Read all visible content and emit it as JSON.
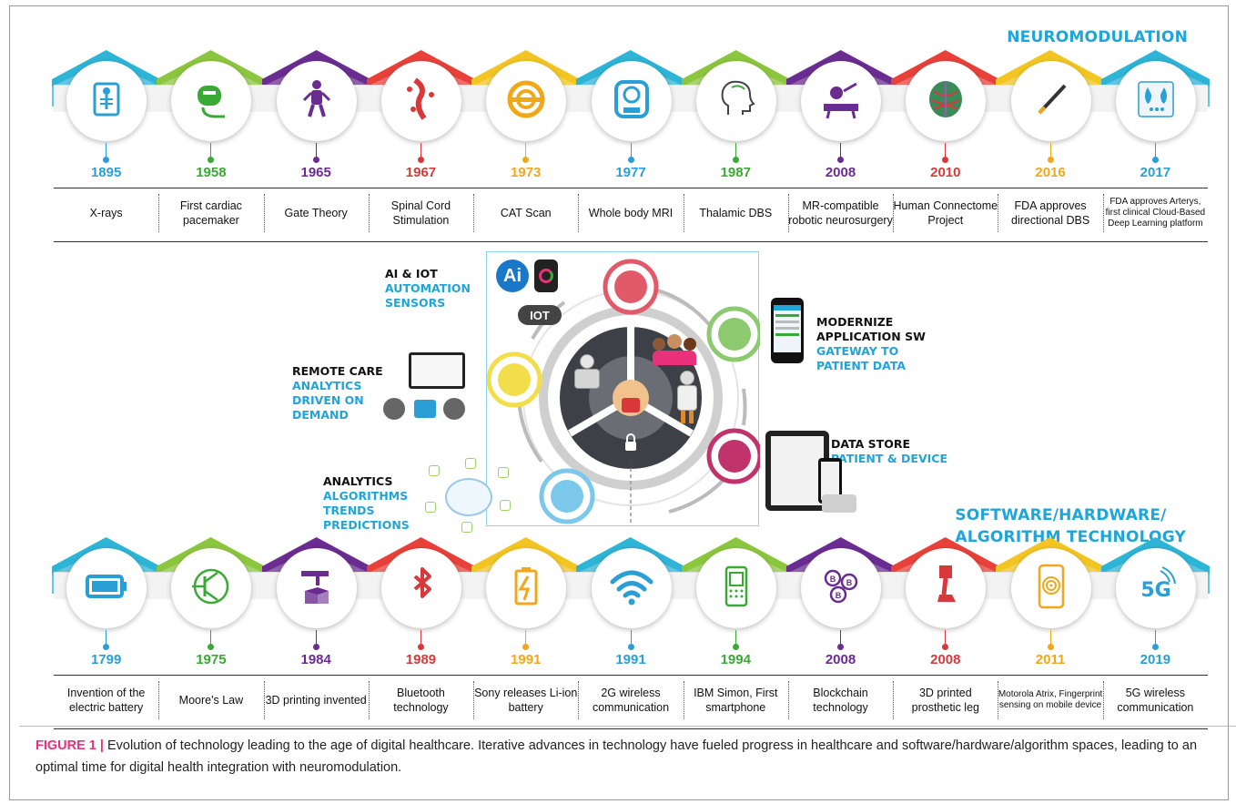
{
  "headings": {
    "neuromodulation": "NEUROMODULATION",
    "technology_line1": "SOFTWARE/HARDWARE/",
    "technology_line2": "ALGORITHM TECHNOLOGY"
  },
  "roof_colors": [
    "#2eb4d6",
    "#8cc63f",
    "#6a2c91",
    "#e8413a",
    "#f2c523",
    "#2eb4d6",
    "#8cc63f",
    "#6a2c91",
    "#e8413a",
    "#f2c523",
    "#2eb4d6"
  ],
  "neuromodulation_timeline": [
    {
      "year": "1895",
      "label": "X-rays",
      "color": "#2a9fd6",
      "icon": "xray-icon"
    },
    {
      "year": "1958",
      "label": "First cardiac pacemaker",
      "color": "#3aa935",
      "icon": "pacemaker-icon"
    },
    {
      "year": "1965",
      "label": "Gate Theory",
      "color": "#6a2c91",
      "icon": "pain-body-icon"
    },
    {
      "year": "1967",
      "label": "Spinal Cord Stimulation",
      "color": "#d9383a",
      "icon": "spine-icon"
    },
    {
      "year": "1973",
      "label": "CAT Scan",
      "color": "#f0a81a",
      "icon": "cat-scanner-icon"
    },
    {
      "year": "1977",
      "label": "Whole body MRI",
      "color": "#2a9fd6",
      "icon": "mri-icon"
    },
    {
      "year": "1987",
      "label": "Thalamic DBS",
      "color": "#3aa935",
      "icon": "head-profile-icon"
    },
    {
      "year": "2008",
      "label": "MR-compatible robotic neurosurgery",
      "color": "#6a2c91",
      "icon": "robot-surgery-icon"
    },
    {
      "year": "2010",
      "label": "Human Connectome Project",
      "color": "#d9383a",
      "icon": "connectome-brain-icon"
    },
    {
      "year": "2016",
      "label": "FDA approves directional DBS",
      "color": "#f0a81a",
      "icon": "dbs-lead-icon"
    },
    {
      "year": "2017",
      "label": "FDA approves Arterys, first clinical Cloud-Based Deep Learning platform",
      "color": "#2a9fd6",
      "icon": "cloud-lungs-icon"
    }
  ],
  "technology_timeline": [
    {
      "year": "1799",
      "label": "Invention of the electric battery",
      "color": "#2a9fd6",
      "icon": "battery-icon"
    },
    {
      "year": "1975",
      "label": "Moore's Law",
      "color": "#3aa935",
      "icon": "transistor-icon"
    },
    {
      "year": "1984",
      "label": "3D printing invented",
      "color": "#6a2c91",
      "icon": "3d-printer-icon"
    },
    {
      "year": "1989",
      "label": "Bluetooth technology",
      "color": "#d9383a",
      "icon": "bluetooth-icon"
    },
    {
      "year": "1991",
      "label": "Sony releases Li-ion battery",
      "color": "#f0a81a",
      "icon": "charging-battery-icon"
    },
    {
      "year": "1991",
      "label": "2G wireless communication",
      "color": "#2a9fd6",
      "icon": "wifi-icon"
    },
    {
      "year": "1994",
      "label": "IBM Simon, First smartphone",
      "color": "#3aa935",
      "icon": "phone-icon"
    },
    {
      "year": "2008",
      "label": "Blockchain technology",
      "color": "#6a2c91",
      "icon": "blockchain-icon"
    },
    {
      "year": "2008",
      "label": "3D printed prosthetic leg",
      "color": "#d9383a",
      "icon": "prosthetic-leg-icon"
    },
    {
      "year": "2011",
      "label": "Motorola Atrix, Fingerprint sensing on mobile device",
      "color": "#f0a81a",
      "icon": "fingerprint-icon"
    },
    {
      "year": "2019",
      "label": "5G wireless communication",
      "color": "#2a9fd6",
      "icon": "5g-icon"
    }
  ],
  "center": {
    "ai_iot": {
      "title": "AI & IOT",
      "lines": [
        "AUTOMATION",
        "SENSORS"
      ]
    },
    "modernize": {
      "title_lines": [
        "MODERNIZE",
        "APPLICATION SW"
      ],
      "lines": [
        "GATEWAY TO",
        "PATIENT DATA"
      ]
    },
    "remote_care": {
      "title": "REMOTE CARE",
      "lines": [
        "ANALYTICS",
        "DRIVEN ON",
        "DEMAND"
      ]
    },
    "data_store": {
      "title": "DATA STORE",
      "lines": [
        "PATIENT & DEVICE"
      ]
    },
    "analytics": {
      "title": "ANALYTICS",
      "lines": [
        "ALGORITHMS",
        "TRENDS",
        "PREDICTIONS"
      ]
    },
    "ai_badge": "Ai",
    "iot_badge": "IOT",
    "node_colors": [
      "#e05a6a",
      "#8cc96f",
      "#c0336b",
      "#7cc8ea",
      "#f2dd4a"
    ]
  },
  "caption": {
    "lead": "FIGURE 1 |",
    "text": " Evolution of technology leading to the age of digital healthcare. Iterative advances in technology have fueled progress in healthcare and software/hardware/algorithm spaces, leading to an optimal time for digital health integration with neuromodulation."
  }
}
